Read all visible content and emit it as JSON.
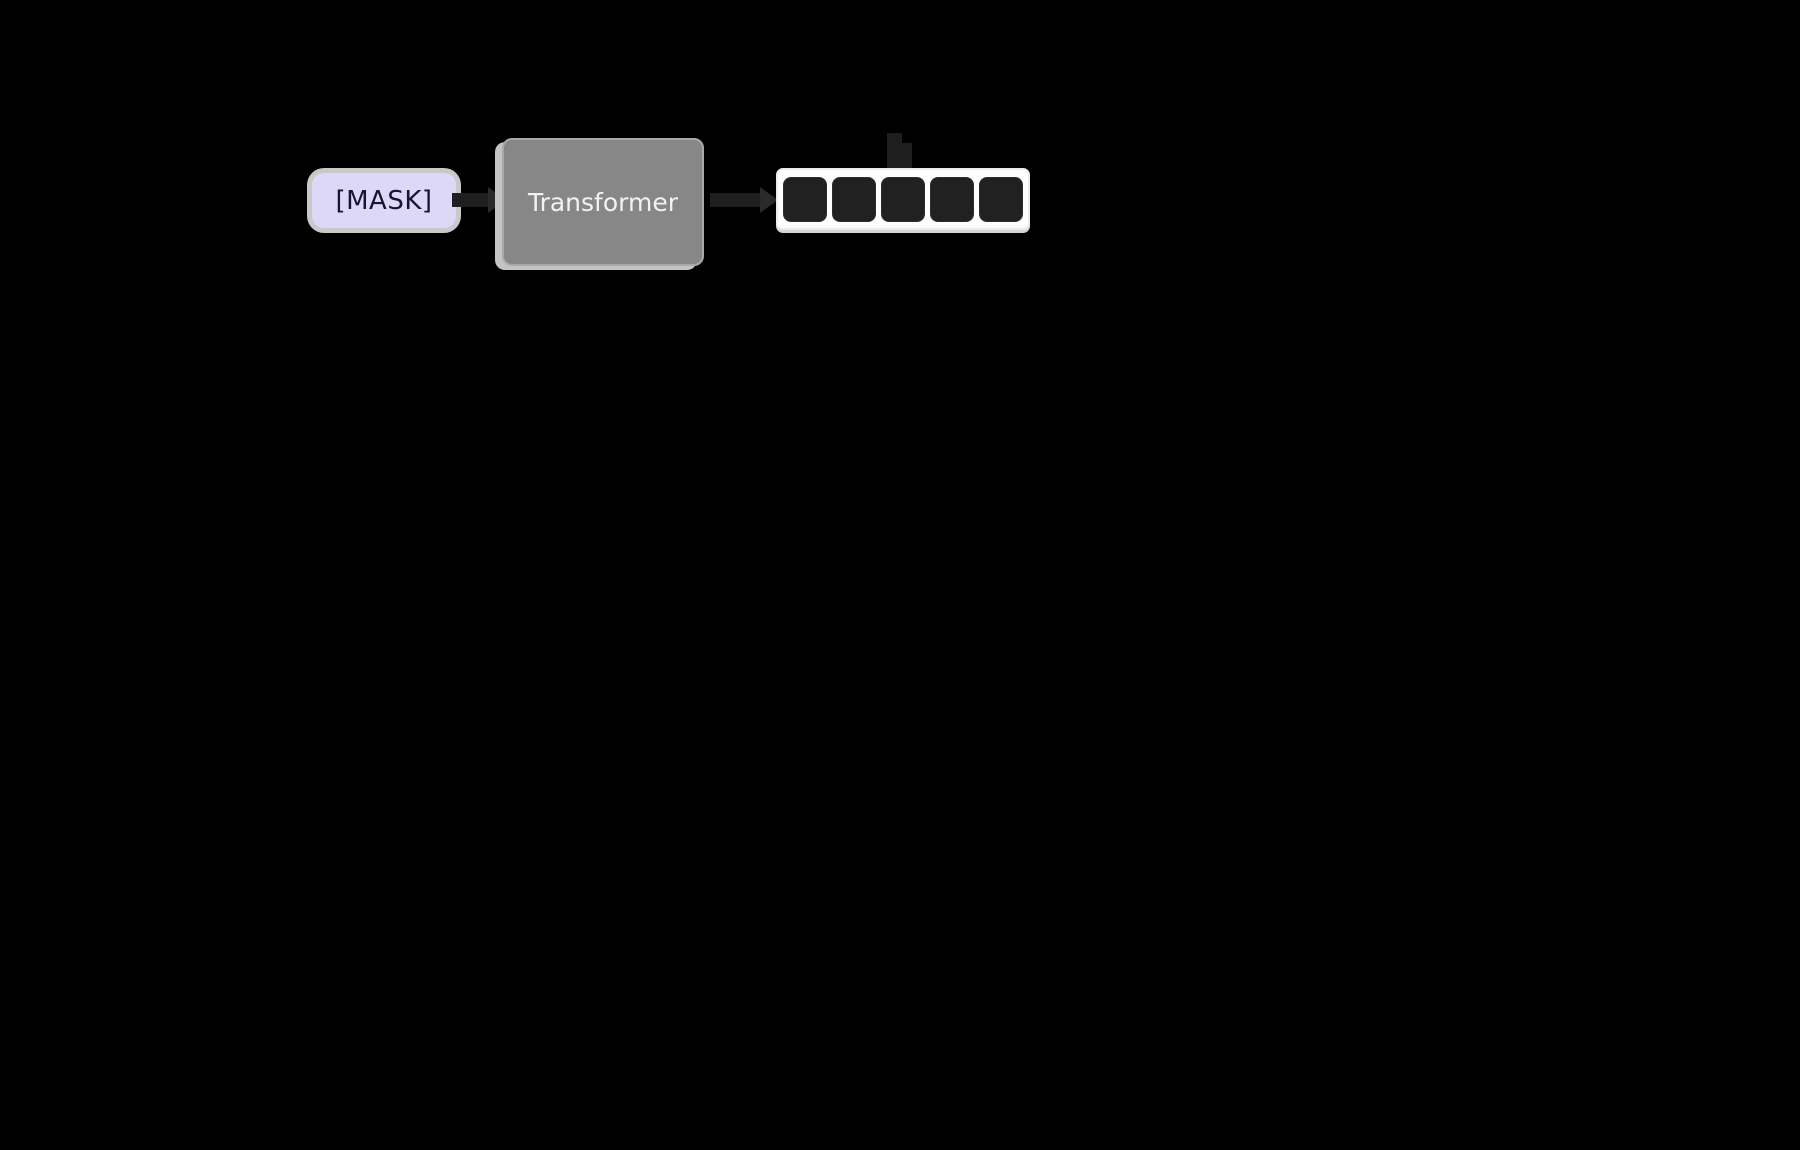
{
  "page": {
    "background_color": "#000000",
    "description": "Flow diagram on black background: a [MASK] token fed into a Transformer which outputs a strip of five dark (masked) token slots"
  },
  "diagram": {
    "mask_node": {
      "label": "[MASK]",
      "fill_color": "#ded8f8",
      "text_color": "#1a1333",
      "shadow_color": "#c9c9c9"
    },
    "transformer_node": {
      "label": "Transformer",
      "fill_color": "#878787",
      "border_color": "#a9a9a9",
      "text_color": "#f2f2f2",
      "shadow_color": "#c4c4c4"
    },
    "output_strip": {
      "token_count": 5,
      "container_fill": "#ffffff",
      "container_shadow": "#d4d4d4",
      "token_fill": "#212121",
      "token_border": "#2e2e2e"
    },
    "arrows": {
      "color": "#1f1f1f",
      "head_color": "#2a2a2a",
      "direction": "left-to-right"
    },
    "artifact_glyph": {
      "color": "#1e1e1e"
    }
  }
}
